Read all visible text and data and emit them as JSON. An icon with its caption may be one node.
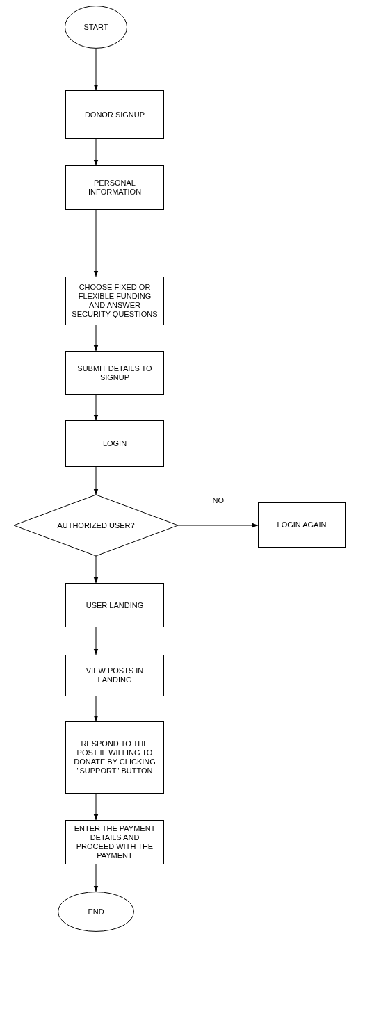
{
  "diagram": {
    "nodes": [
      {
        "text": [
          "START"
        ]
      },
      {
        "text": [
          "DONOR SIGNUP"
        ]
      },
      {
        "text": [
          "PERSONAL INFORMATION"
        ]
      },
      {
        "text": [
          "CHOOSE FIXED OR FLEXIBLE FUNDING AND ANSWER SECURITY QUESTIONS"
        ]
      },
      {
        "text": [
          "SUBMIT DETAILS TO SIGNUP"
        ]
      },
      {
        "text": [
          "LOGIN"
        ]
      },
      {
        "text": [
          "AUTHORIZED USER?"
        ]
      },
      {
        "text": [
          "LOGIN AGAIN"
        ]
      },
      {
        "text": [
          "USER LANDING"
        ]
      },
      {
        "text": [
          "VIEW POSTS IN LANDING"
        ]
      },
      {
        "text": [
          "RESPOND TO THE POST IF WILLING TO DONATE BY CLICKING \"SUPPORT\" BUTTON"
        ]
      },
      {
        "text": [
          "ENTER THE PAYMENT DETAILS AND PROCEED WITH THE PAYMENT"
        ]
      },
      {
        "text": [
          "END"
        ]
      }
    ],
    "edges": [
      {
        "from": 0,
        "to": 1,
        "arrow": "to"
      },
      {
        "from": 1,
        "to": 2,
        "arrow": "to"
      },
      {
        "from": 2,
        "to": 3,
        "arrow": "to"
      },
      {
        "from": 3,
        "to": 4,
        "arrow": "to"
      },
      {
        "from": 4,
        "to": 5,
        "arrow": "to"
      },
      {
        "from": 5,
        "to": 6,
        "arrow": "to"
      },
      {
        "from": 6,
        "to": 7,
        "arrow": "to",
        "label": "NO"
      },
      {
        "from": 6,
        "to": 8,
        "arrow": "to"
      },
      {
        "from": 8,
        "to": 9,
        "arrow": "to"
      },
      {
        "from": 9,
        "to": 10,
        "arrow": "to"
      },
      {
        "from": 10,
        "to": 11,
        "arrow": "to"
      },
      {
        "from": 11,
        "to": 12,
        "arrow": "to"
      }
    ]
  }
}
